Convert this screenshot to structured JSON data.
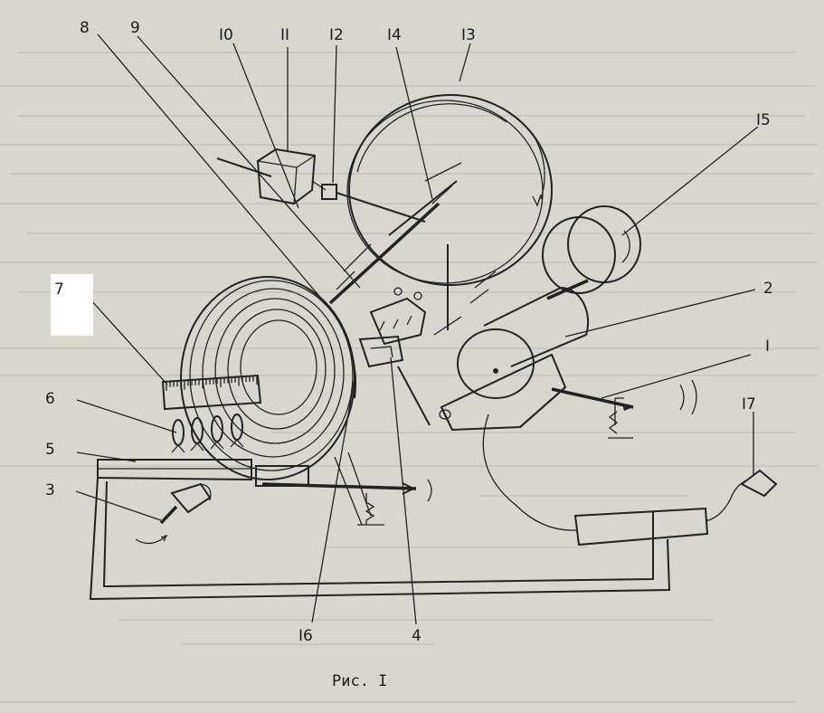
{
  "figure": {
    "caption": "Рис. I",
    "labels": {
      "l1": "I",
      "l2": "2",
      "l3": "3",
      "l4": "4",
      "l5": "5",
      "l6": "6",
      "l7": "7",
      "l8": "8",
      "l9": "9",
      "l10": "I0",
      "l11": "II",
      "l12": "I2",
      "l13": "I3",
      "l14": "I4",
      "l15": "I5",
      "l16": "I6",
      "l17": "I7"
    }
  },
  "colors": {
    "paper": "#d9d6cf",
    "ink": "#222222",
    "patch": "#ffffff"
  }
}
